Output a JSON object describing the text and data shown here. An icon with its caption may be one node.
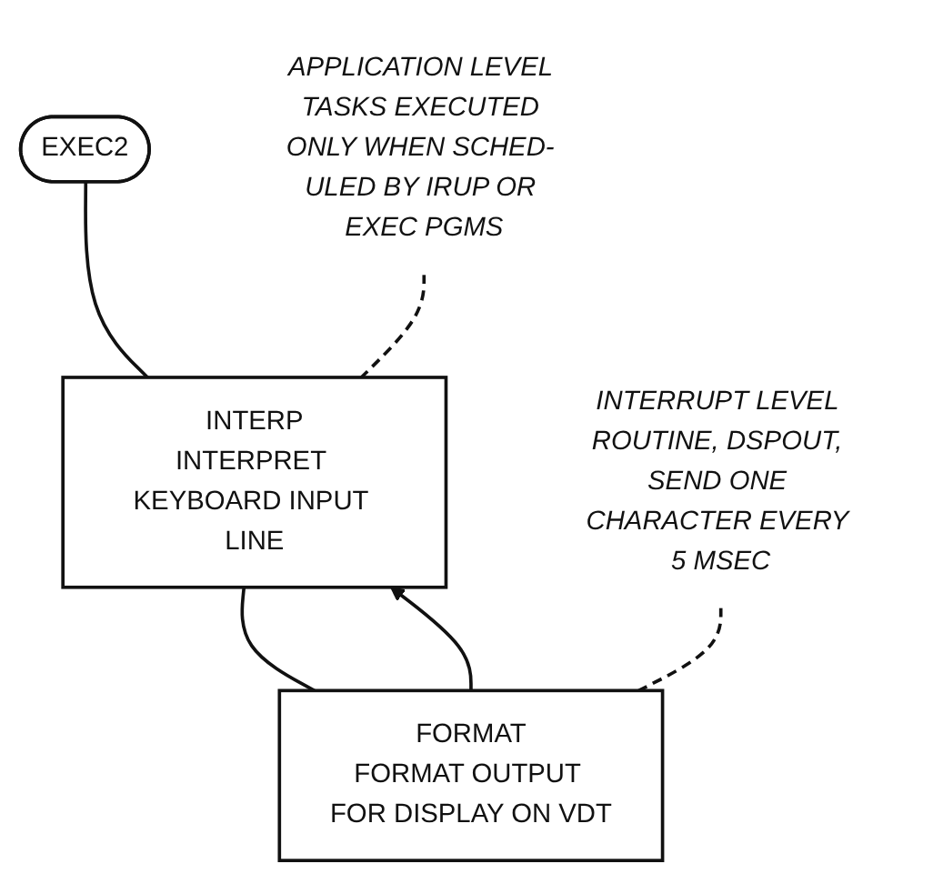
{
  "diagram": {
    "nodes": [
      {
        "text": [
          "APPLICATION LEVEL TASKS EXECUTED ONLY WHEN SCHED- ULED BY IRUP OR EXEC PGMS"
        ]
      },
      {
        "text": [
          "EXEC2"
        ]
      },
      {
        "text": [
          "INTERP",
          "INTERPRET KEYBOARD INPUT LINE"
        ]
      },
      {
        "text": [
          "FORMAT",
          "FORMAT OUTPUT FOR DISPLAY ON VDT"
        ]
      },
      {
        "text": [
          "INTERRUPT LEVEL ROUTINE, DSPOUT, SEND ONE CHARACTER EVERY 5 MSEC"
        ]
      }
    ],
    "edges": [
      {
        "from": 1,
        "to": 2,
        "arrow": "none"
      },
      {
        "from": 2,
        "to": 3,
        "arrow": "none"
      },
      {
        "from": 3,
        "to": 2,
        "arrow": "to"
      },
      {
        "from": 0,
        "to": 2,
        "arrow": "none",
        "style": "dashed"
      },
      {
        "from": 4,
        "to": 3,
        "arrow": "none",
        "style": "dashed"
      }
    ]
  }
}
